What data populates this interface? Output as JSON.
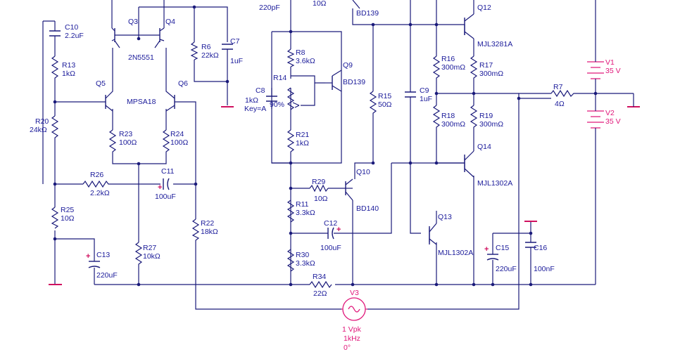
{
  "colors": {
    "wire": "#1a1a7a",
    "label": "#1a1a9a",
    "source": "#e0177a",
    "ground": "#d0105f"
  },
  "labels": {
    "c_top": "220pF",
    "r_top": "10Ω",
    "bd139_top": "BD139",
    "c10_n": "C10",
    "c10_v": "2.2uF",
    "r13_n": "R13",
    "r13_v": "1kΩ",
    "q3": "Q3",
    "q4": "Q4",
    "q34_type": "2N5551",
    "r6_n": "R6",
    "r6_v": "22kΩ",
    "c7_n": "C7",
    "c7_v": "1uF",
    "q5": "Q5",
    "q6": "Q6",
    "q56_type": "MPSA18",
    "r20_n": "R20",
    "r20_v": "24kΩ",
    "r23_n": "R23",
    "r23_v": "100Ω",
    "r24_n": "R24",
    "r24_v": "100Ω",
    "r26_n": "R26",
    "r26_v": "2.2kΩ",
    "c11_n": "C11",
    "c11_v": "100uF",
    "r25_n": "R25",
    "r25_v": "10Ω",
    "c13_n": "C13",
    "c13_v": "220uF",
    "r27_n": "R27",
    "r27_v": "10kΩ",
    "r22_n": "R22",
    "r22_v": "18kΩ",
    "r8_n": "R8",
    "r8_v": "3.6kΩ",
    "r14_n": "R14",
    "r14_pct": "90%",
    "r14_val": "1kΩ",
    "r14_key": "Key=A",
    "c8_n": "C8",
    "q9": "Q9",
    "q9_type": "BD139",
    "r21_n": "R21",
    "r21_v": "1kΩ",
    "r15_n": "R15",
    "r15_v": "50Ω",
    "c9_n": "C9",
    "c9_v": "1uF",
    "q12": "Q12",
    "q12_type": "MJL3281A",
    "r16_n": "R16",
    "r16_v": "300mΩ",
    "r17_n": "R17",
    "r17_v": "300mΩ",
    "r18_n": "R18",
    "r18_v": "300mΩ",
    "r19_n": "R19",
    "r19_v": "300mΩ",
    "r7_n": "R7",
    "r7_v": "4Ω",
    "v1_n": "V1",
    "v1_v": "35 V",
    "v2_n": "V2",
    "v2_v": "35 V",
    "q14": "Q14",
    "q14_type": "MJL1302A",
    "r29_n": "R29",
    "r29_v": "10Ω",
    "q10": "Q10",
    "q10_type": "BD140",
    "r11_n": "R11",
    "r11_v": "3.3kΩ",
    "c12_n": "C12",
    "c12_v": "100uF",
    "q13": "Q13",
    "q13_type": "MJL1302A",
    "c15_n": "C15",
    "c15_v": "220uF",
    "c16_n": "C16",
    "c16_v": "100nF",
    "r30_n": "R30",
    "r30_v": "3.3kΩ",
    "r34_n": "R34",
    "r34_v": "22Ω",
    "v3_n": "V3",
    "v3_amp": "1 Vpk",
    "v3_freq": "1kHz",
    "v3_phase": "0°"
  }
}
